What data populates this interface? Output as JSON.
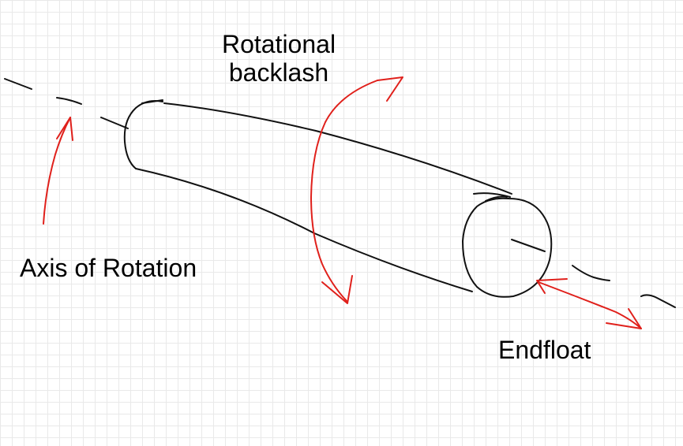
{
  "labels": {
    "rotational_backlash_line1": "Rotational",
    "rotational_backlash_line2": "backlash",
    "axis_of_rotation": "Axis of Rotation",
    "endfloat": "Endfloat"
  },
  "colors": {
    "ink": "#111111",
    "annotation": "#e0201b",
    "grid": "#e9e9e9",
    "background": "#ffffff"
  }
}
